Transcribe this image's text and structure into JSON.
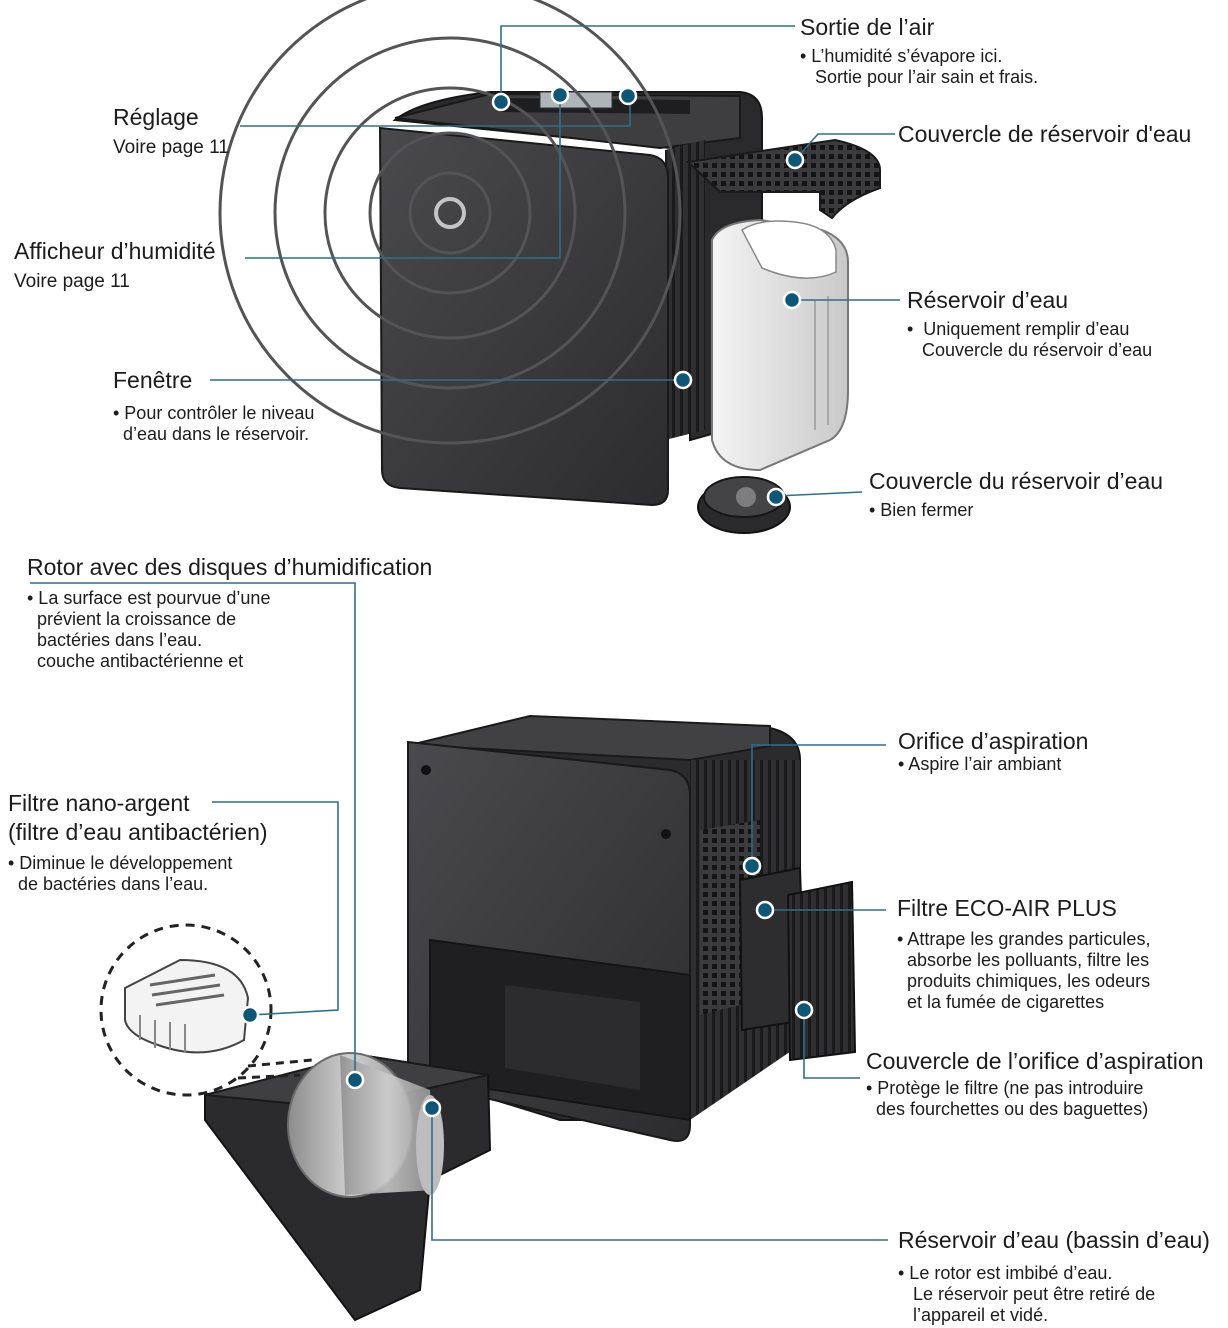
{
  "colors": {
    "leader": "#2e6f88",
    "dot": "#0f5575",
    "body_dark": "#3a3a3c",
    "body_edge": "#1b1b1d"
  },
  "labels": {
    "sortie_air": {
      "title": "Sortie de l’air",
      "desc": "• L’humidité s’évapore ici.\n   Sortie pour l’air sain et frais."
    },
    "reglage": {
      "title": "Réglage",
      "sub": "Voire page 11"
    },
    "couvercle_reservoir": {
      "title": "Couvercle de réservoir d'eau"
    },
    "afficheur": {
      "title": "Afficheur d’humidité",
      "sub": "Voire page 11"
    },
    "reservoir_eau": {
      "title": "Réservoir d’eau",
      "desc": "•  Uniquement remplir d’eau\n   Couvercle du réservoir d’eau"
    },
    "fenetre": {
      "title": "Fenêtre",
      "desc": "• Pour contrôler le niveau\n  d’eau dans le réservoir."
    },
    "couvercle_du_reservoir": {
      "title": "Couvercle du réservoir d’eau",
      "desc": "• Bien fermer"
    },
    "rotor": {
      "title": "Rotor avec des disques d’humidification",
      "desc": "• La surface est pourvue d’une\n  prévient la croissance de\n  bactéries dans l’eau.\n  couche antibactérienne et"
    },
    "orifice": {
      "title": "Orifice d’aspiration",
      "desc": "• Aspire l’air ambiant"
    },
    "filtre_nano": {
      "title": "Filtre nano-argent",
      "title2": "(filtre d’eau antibactérien)",
      "desc": "• Diminue le développement\n  de bactéries dans l’eau."
    },
    "filtre_eco": {
      "title": "Filtre ECO-AIR PLUS",
      "desc": "• Attrape les grandes particules,\n  absorbe les polluants, filtre les\n  produits chimiques, les odeurs\n  et la fumée de cigarettes"
    },
    "couvercle_orifice": {
      "title": "Couvercle de l’orifice d’aspiration",
      "desc": "• Protège le filtre (ne pas introduire\n  des fourchettes ou des baguettes)"
    },
    "bassin": {
      "title": "Réservoir d’eau (bassin d’eau)",
      "desc": "• Le rotor est imbibé d’eau.\n   Le réservoir peut être retiré de\n   l’appareil et vidé."
    }
  }
}
